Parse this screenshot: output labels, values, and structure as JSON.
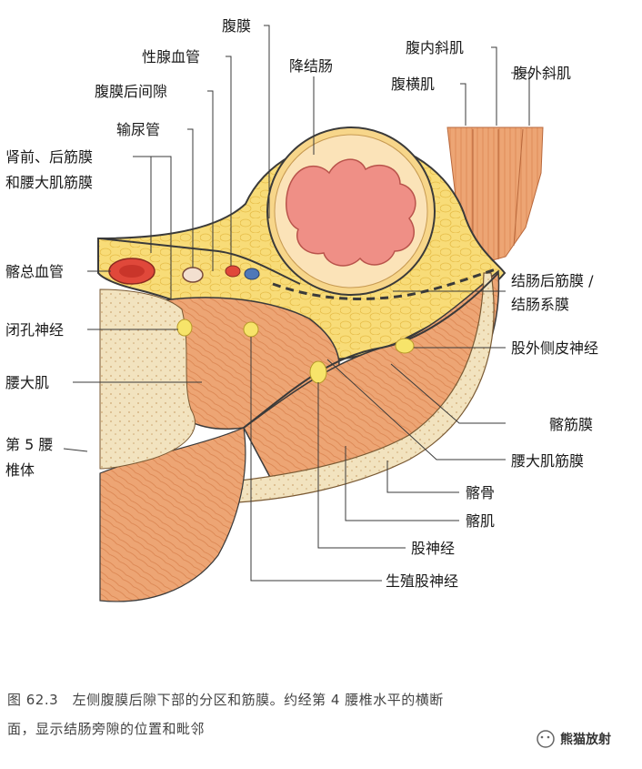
{
  "labels": {
    "peritoneum": "腹膜",
    "gonadal_vessels": "性腺血管",
    "descending_colon": "降结肠",
    "internal_oblique": "腹内斜肌",
    "external_oblique": "腹外斜肌",
    "transversus": "腹横肌",
    "retroperitoneal_interspace": "腹膜后间隙",
    "ureter": "输尿管",
    "renal_fascia_line1": "肾前、后筋膜",
    "renal_fascia_line2": "和腰大肌筋膜",
    "common_iliac_vessels": "髂总血管",
    "retrocolic_fascia_line1": "结肠后筋膜 /",
    "retrocolic_fascia_line2": "结肠系膜",
    "obturator_nerve": "闭孔神经",
    "lateral_femoral_cutaneous_nerve": "股外侧皮神经",
    "psoas_major": "腰大肌",
    "vertebra_line1": "第 5 腰",
    "vertebra_line2": "椎体",
    "iliac_fascia": "髂筋膜",
    "psoas_fascia": "腰大肌筋膜",
    "ilium": "髂骨",
    "iliacus": "髂肌",
    "femoral_nerve": "股神经",
    "genitofemoral_nerve": "生殖股神经"
  },
  "caption": {
    "line1": "图 62.3　左侧腹膜后隙下部的分区和筋膜。约经第 4 腰椎水平的横断",
    "line2": "面，显示结肠旁隙的位置和毗邻"
  },
  "watermark": "熊猫放射",
  "colors": {
    "fat": "#f8dc78",
    "muscle": "#eda574",
    "muscle_dark": "#d9824e",
    "bone": "#f2e3bf",
    "colon_mucosa": "#ef8f86",
    "fascia_line": "#3a3a3a",
    "nerve": "#f7e46a",
    "artery": "#e0483a",
    "vein": "#4f78b8"
  }
}
